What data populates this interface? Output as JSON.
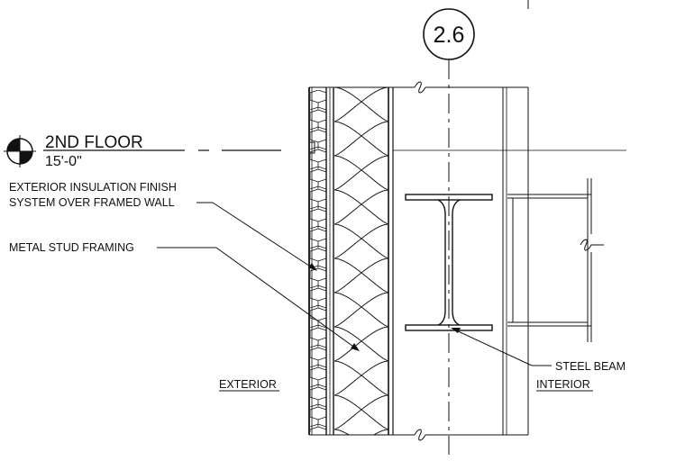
{
  "grid_bubble": {
    "label": "2.6"
  },
  "level_marker": {
    "name": "2ND FLOOR",
    "elevation": "15'-0\""
  },
  "callouts": {
    "eifs_line1": "EXTERIOR INSULATION FINISH",
    "eifs_line2": "SYSTEM OVER FRAMED WALL",
    "metal_stud": "METAL STUD FRAMING",
    "steel_beam": "STEEL BEAM"
  },
  "zones": {
    "exterior": "EXTERIOR",
    "interior": "INTERIOR"
  },
  "colors": {
    "ink": "#111111",
    "paper": "#ffffff"
  }
}
